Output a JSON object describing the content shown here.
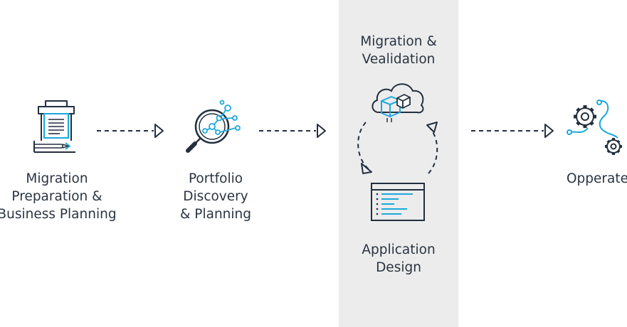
{
  "colors": {
    "accent": "#1ca8dd",
    "stroke": "#232f3e",
    "band": "#ececec"
  },
  "steps": [
    {
      "lines": [
        "Migration",
        "Preparation &",
        "Business Planning"
      ],
      "icon": "checklist-document-icon"
    },
    {
      "lines": [
        "Portfolio",
        "Discovery",
        "& Planning"
      ],
      "icon": "magnifier-network-icon"
    },
    {
      "lines": [
        "Migration &",
        "Vealidation"
      ],
      "icon": "cloud-cubes-icon"
    },
    {
      "lines": [
        "Application",
        "Design"
      ],
      "icon": "code-window-icon"
    },
    {
      "lines": [
        "Opperate"
      ],
      "icon": "gears-icon"
    }
  ]
}
